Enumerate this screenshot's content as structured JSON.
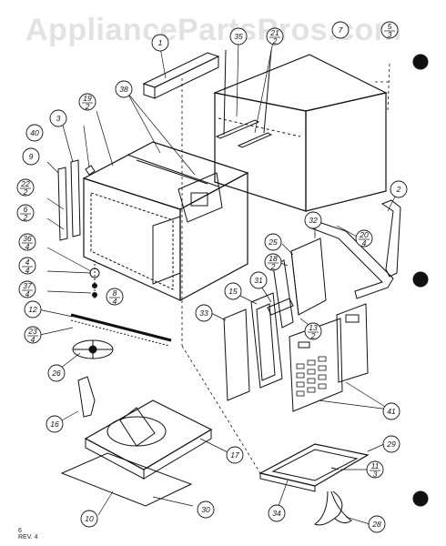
{
  "watermark": "AppliancePartsPros.com",
  "revision": {
    "sheet": "6",
    "rev": "REV. 4"
  },
  "callouts": [
    {
      "id": "c1",
      "label": "1"
    },
    {
      "id": "c35",
      "label": "35"
    },
    {
      "id": "c21",
      "label": "21",
      "sub": "2"
    },
    {
      "id": "c7",
      "label": "7"
    },
    {
      "id": "c5",
      "label": "5",
      "sub": "3"
    },
    {
      "id": "c38",
      "label": "38"
    },
    {
      "id": "c19",
      "label": "19",
      "sub": "2"
    },
    {
      "id": "c3",
      "label": "3"
    },
    {
      "id": "c40",
      "label": "40"
    },
    {
      "id": "c9",
      "label": "9"
    },
    {
      "id": "c22",
      "label": "22",
      "sub": "2"
    },
    {
      "id": "c6",
      "label": "6",
      "sub": "2"
    },
    {
      "id": "c36",
      "label": "36",
      "sub": "4"
    },
    {
      "id": "c4",
      "label": "4",
      "sub": "4"
    },
    {
      "id": "c37",
      "label": "37",
      "sub": "4"
    },
    {
      "id": "c8",
      "label": "8",
      "sub": "4"
    },
    {
      "id": "c12",
      "label": "12"
    },
    {
      "id": "c23",
      "label": "23",
      "sub": "4"
    },
    {
      "id": "c26",
      "label": "26"
    },
    {
      "id": "c16",
      "label": "16"
    },
    {
      "id": "c17",
      "label": "17"
    },
    {
      "id": "c10",
      "label": "10"
    },
    {
      "id": "c30",
      "label": "30"
    },
    {
      "id": "c2",
      "label": "2"
    },
    {
      "id": "c20",
      "label": "20",
      "sub": "4"
    },
    {
      "id": "c32",
      "label": "32"
    },
    {
      "id": "c25",
      "label": "25"
    },
    {
      "id": "c18",
      "label": "18",
      "sub": "2"
    },
    {
      "id": "c31",
      "label": "31"
    },
    {
      "id": "c15",
      "label": "15"
    },
    {
      "id": "c33",
      "label": "33"
    },
    {
      "id": "c13",
      "label": "13",
      "sub": "2"
    },
    {
      "id": "c41",
      "label": "41"
    },
    {
      "id": "c29",
      "label": "29"
    },
    {
      "id": "c11",
      "label": "11",
      "sub": "3"
    },
    {
      "id": "c34",
      "label": "34"
    },
    {
      "id": "c28",
      "label": "28"
    }
  ]
}
